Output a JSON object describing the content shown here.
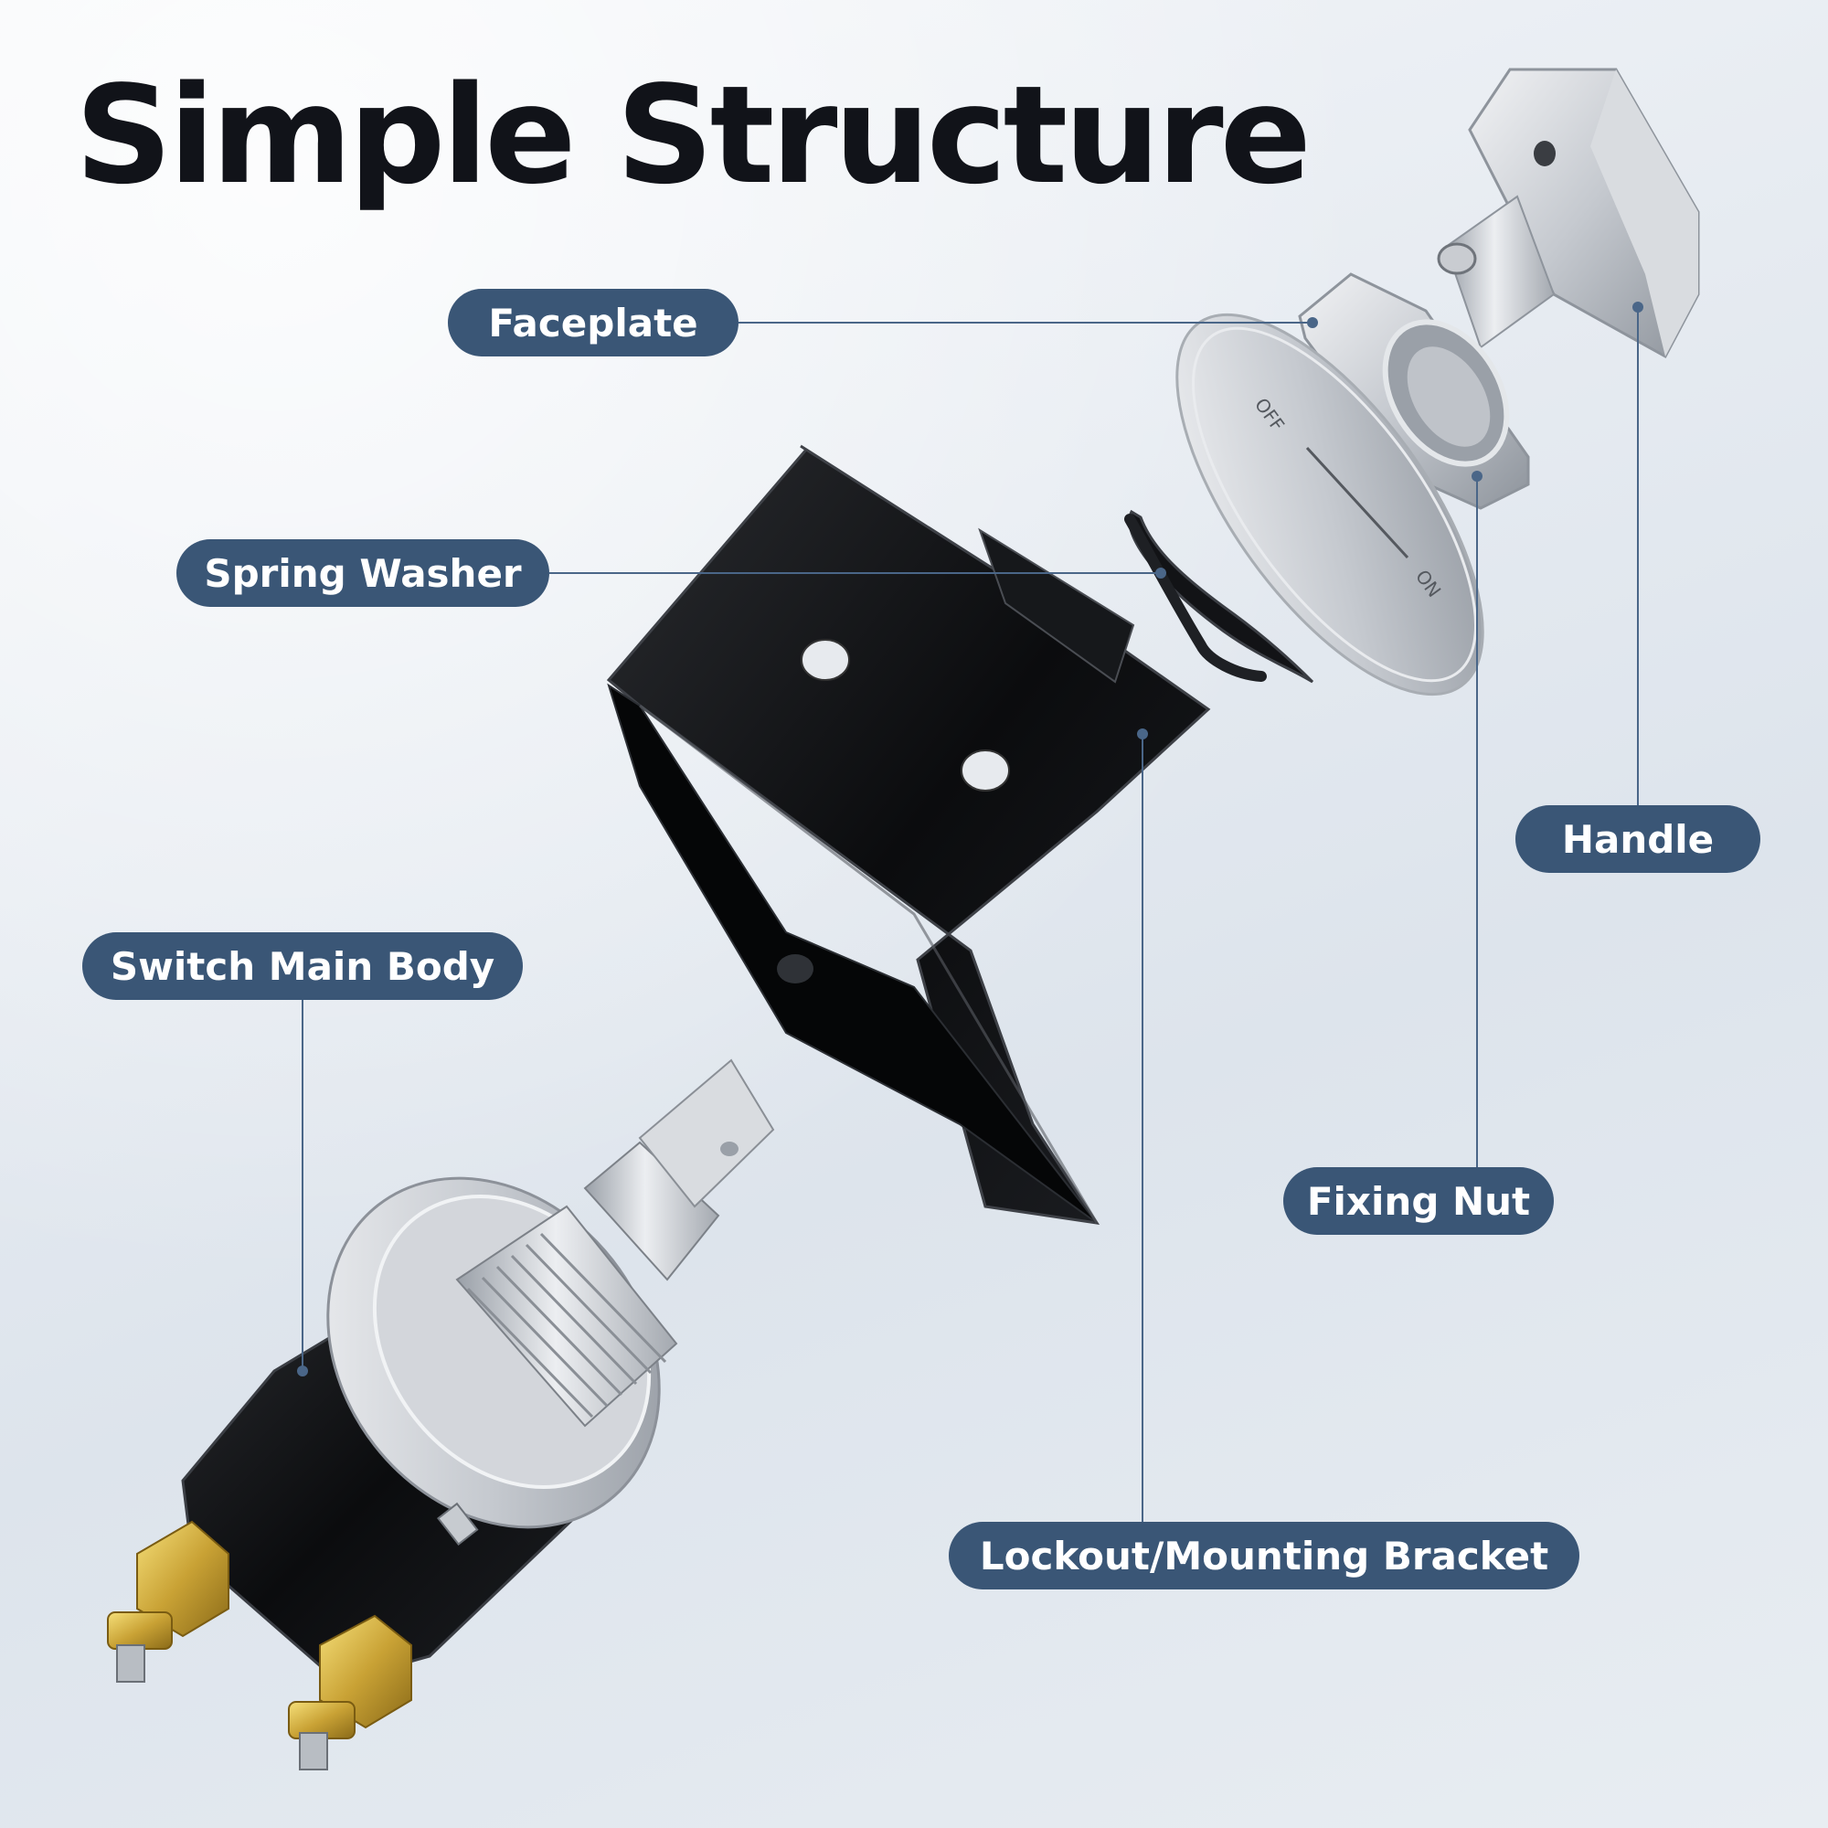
{
  "title": "Simple Structure",
  "callouts": {
    "faceplate": "Faceplate",
    "spring_washer": "Spring Washer",
    "handle": "Handle",
    "switch_main_body": "Switch Main Body",
    "fixing_nut": "Fixing Nut",
    "lockout_bracket": "Lockout/Mounting Bracket"
  },
  "colors": {
    "callout_fill": "#3a5676",
    "leader_line": "#4a6688",
    "title_text": "#111319"
  }
}
